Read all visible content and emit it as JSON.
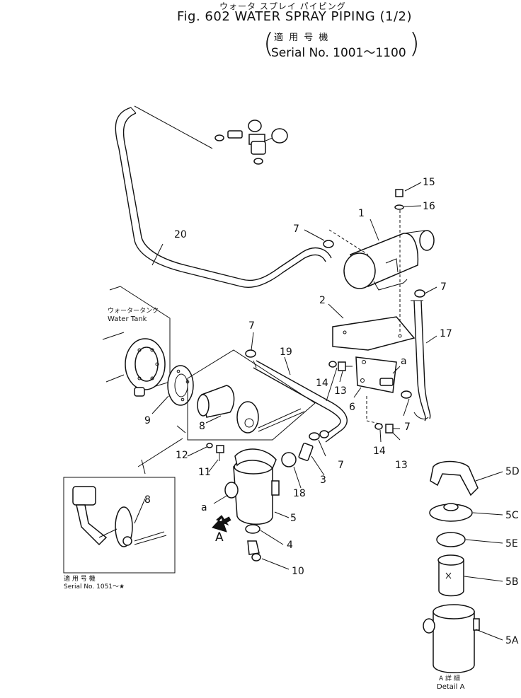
{
  "header": {
    "jp_title": "ウォータ スプレイ パイピング",
    "title": "Fig. 602  WATER  SPRAY  PIPING  (1/2)",
    "applicability_jp": "適 用 号 機",
    "serial_range": "Serial  No. 1001～1100"
  },
  "water_tank": {
    "jp_label": "ウォータータンク",
    "label": "Water  Tank"
  },
  "inset": {
    "applicability_jp": "適 用 号 機",
    "serial": "Serial No. 1051～★",
    "part_label": "8"
  },
  "detail": {
    "jp": "A 詳 細",
    "label": "Detail  A"
  },
  "view_arrow": "A",
  "callouts": {
    "p1": "1",
    "p2": "2",
    "p3": "3",
    "p4": "4",
    "p5": "5",
    "p5a": "5A",
    "p5b": "5B",
    "p5c": "5C",
    "p5d": "5D",
    "p5e": "5E",
    "p6": "6",
    "p7a": "7",
    "p7b": "7",
    "p7c": "7",
    "p7d": "7",
    "p7e": "7",
    "p8": "8",
    "p9": "9",
    "p10": "10",
    "p11": "11",
    "p12": "12",
    "p13a": "13",
    "p13b": "13",
    "p14a": "14",
    "p14b": "14",
    "p15": "15",
    "p16": "16",
    "p17": "17",
    "p18": "18",
    "p19": "19",
    "p20": "20",
    "ref_a1": "a",
    "ref_a2": "a"
  }
}
